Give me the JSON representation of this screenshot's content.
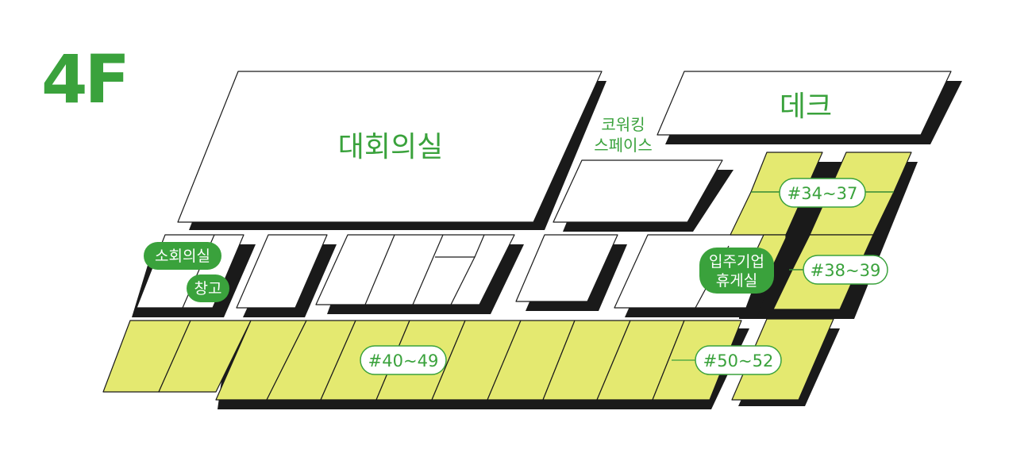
{
  "floor": "4F",
  "colors": {
    "brand_green": "#3aa23c",
    "desk_yellow": "#e4e970",
    "outline": "#1a1a1a",
    "room_fill": "#ffffff"
  },
  "rooms": {
    "large_meeting_room": "대회의실",
    "coworking_line1": "코워킹",
    "coworking_line2": "스페이스",
    "deck": "데크"
  },
  "tags": {
    "small_meeting_room": "소회의실",
    "storage": "창고",
    "lounge_line1": "입주기업",
    "lounge_line2": "휴게실"
  },
  "offices": {
    "range_34_37": "#34~37",
    "range_38_39": "#38~39",
    "range_40_49": "#40~49",
    "range_50_52": "#50~52"
  }
}
